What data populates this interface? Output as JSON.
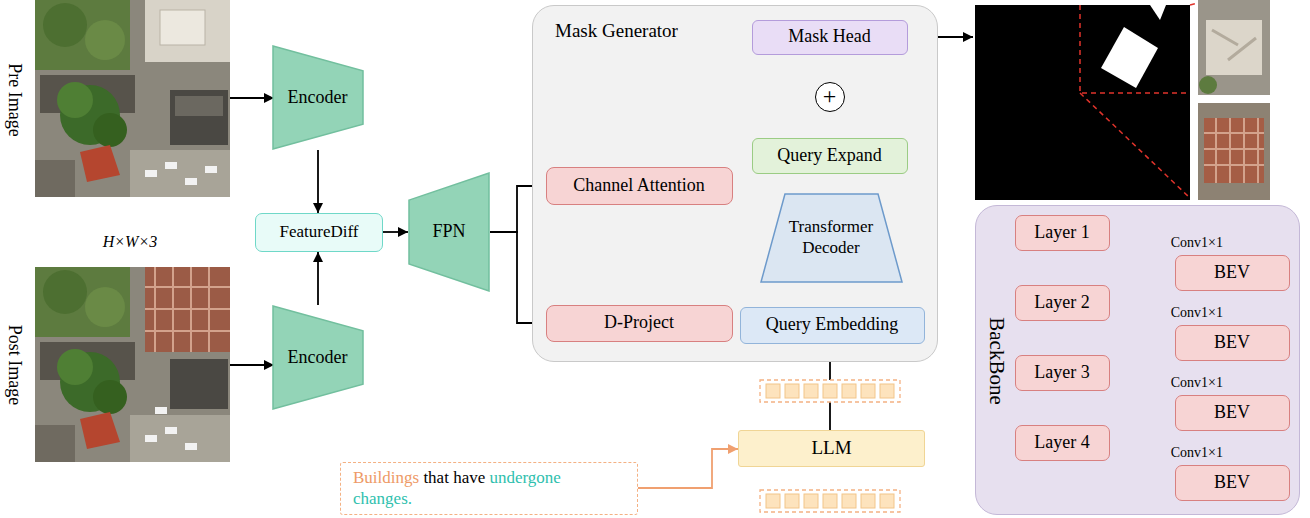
{
  "diagram": {
    "nodes": [
      {
        "text": [
          "Encoder"
        ]
      },
      {
        "text": [
          "Encoder"
        ]
      },
      {
        "text": [
          "FeatureDiff"
        ]
      },
      {
        "text": [
          "FPN"
        ]
      },
      {
        "text": [
          "Mask Generator"
        ]
      },
      {
        "text": [
          "Mask Head"
        ],
        "in": 4
      },
      {
        "text": [
          "+"
        ],
        "in": 4
      },
      {
        "text": [
          "Channel Attention"
        ],
        "in": 4
      },
      {
        "text": [
          "Query Expand"
        ],
        "in": 4
      },
      {
        "text": [
          "Transformer Decoder"
        ],
        "in": 4
      },
      {
        "text": [
          "D-Project"
        ],
        "in": 4
      },
      {
        "text": [
          "Query Embedding"
        ],
        "in": 4
      },
      {
        "text": [
          "LLM"
        ]
      },
      {
        "text": [
          "Buildings that have undergone changes."
        ]
      },
      {
        "text": [
          "BackBone"
        ]
      },
      {
        "text": [
          "Layer 1"
        ],
        "in": 14
      },
      {
        "text": [
          "BEV"
        ],
        "in": 14
      },
      {
        "text": [
          "Layer 2"
        ],
        "in": 14
      },
      {
        "text": [
          "BEV"
        ],
        "in": 14
      },
      {
        "text": [
          "Layer 3"
        ],
        "in": 14
      },
      {
        "text": [
          "BEV"
        ],
        "in": 14
      },
      {
        "text": [
          "Layer 4"
        ],
        "in": 14
      },
      {
        "text": [
          "BEV"
        ],
        "in": 14
      }
    ],
    "edges": [
      {
        "from": 0,
        "to": 2,
        "arrow": "to"
      },
      {
        "from": 1,
        "to": 2,
        "arrow": "to"
      },
      {
        "from": 2,
        "to": 3,
        "arrow": "to"
      },
      {
        "from": 3,
        "to": 7,
        "arrow": "to"
      },
      {
        "from": 3,
        "to": 10,
        "arrow": "to"
      },
      {
        "from": 10,
        "to": 7,
        "arrow": "to"
      },
      {
        "from": 10,
        "to": 9,
        "arrow": "to"
      },
      {
        "from": 7,
        "to": 6,
        "arrow": "to"
      },
      {
        "from": 11,
        "to": 9,
        "arrow": "to"
      },
      {
        "from": 9,
        "to": 8,
        "arrow": "to"
      },
      {
        "from": 8,
        "to": 6,
        "arrow": "to"
      },
      {
        "from": 6,
        "to": 5,
        "arrow": "to"
      },
      {
        "from": 12,
        "to": 11,
        "arrow": "to"
      },
      {
        "from": 13,
        "to": 12,
        "arrow": "to"
      },
      {
        "from": 15,
        "to": 17,
        "arrow": "to"
      },
      {
        "from": 17,
        "to": 19,
        "arrow": "to"
      },
      {
        "from": 19,
        "to": 21,
        "arrow": "to"
      },
      {
        "from": 15,
        "to": 16,
        "label": "Conv1×1",
        "arrow": "to"
      },
      {
        "from": 17,
        "to": 18,
        "label": "Conv1×1",
        "arrow": "to"
      },
      {
        "from": 19,
        "to": 20,
        "label": "Conv1×1",
        "arrow": "to"
      },
      {
        "from": 21,
        "to": 22,
        "label": "Conv1×1",
        "arrow": "to"
      }
    ],
    "labels": [
      "Pre Image",
      "H×W×3",
      "Post Image"
    ]
  }
}
